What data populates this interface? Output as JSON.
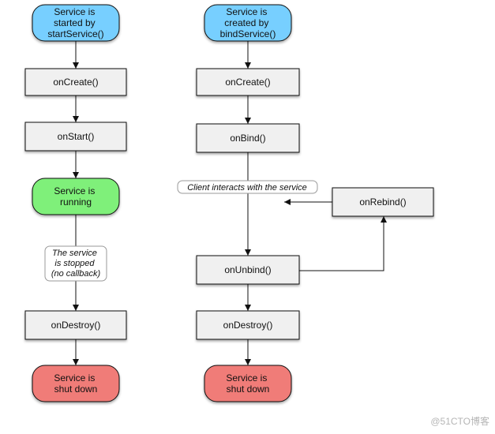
{
  "colors": {
    "start_fill": "#77cfff",
    "running_fill": "#7ff07a",
    "end_fill": "#f07b78",
    "box_fill": "#f0f0f0",
    "line": "#111111"
  },
  "left_flow": {
    "start": {
      "line1": "Service is",
      "line2": "started by",
      "line3": "startService()"
    },
    "on_create": "onCreate()",
    "on_start": "onStart()",
    "running": {
      "line1": "Service is",
      "line2": "running"
    },
    "stopped_note": {
      "line1": "The service",
      "line2": "is stopped",
      "line3": "(no callback)"
    },
    "on_destroy": "onDestroy()",
    "end": {
      "line1": "Service is",
      "line2": "shut down"
    }
  },
  "right_flow": {
    "start": {
      "line1": "Service is",
      "line2": "created by",
      "line3": "bindService()"
    },
    "on_create": "onCreate()",
    "on_bind": "onBind()",
    "client_note": "Client interacts with the service",
    "on_rebind": "onRebind()",
    "on_unbind": "onUnbind()",
    "on_destroy": "onDestroy()",
    "end": {
      "line1": "Service is",
      "line2": "shut down"
    }
  },
  "watermark": "@51CTO博客"
}
